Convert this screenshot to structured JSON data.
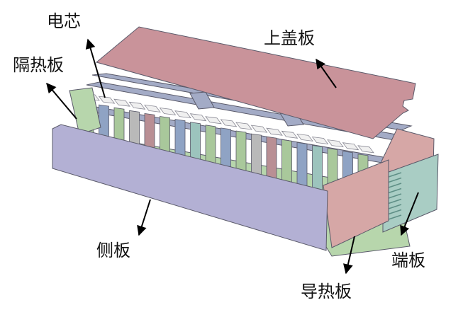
{
  "labels": {
    "cell": "电芯",
    "top_cover": "上盖板",
    "insulation_board": "隔热板",
    "side_plate": "侧板",
    "end_plate": "端板",
    "thermal_board": "导热板"
  },
  "colors": {
    "top_cover": "#c9939a",
    "frame": "#a3abc6",
    "side_plate": "#b3b0d4",
    "end_plate_inner": "#d6a7a6",
    "end_plate_outer": "#a9cdc4",
    "thermal_board": "#b7d6ac",
    "cell_cap": "#f0f0f0",
    "cell_blue": "#8fa3c4",
    "cell_green": "#a9c89b",
    "cell_mauve": "#b98f94",
    "cell_grey": "#b9b9b9",
    "cell_teal": "#9cc4bd"
  }
}
